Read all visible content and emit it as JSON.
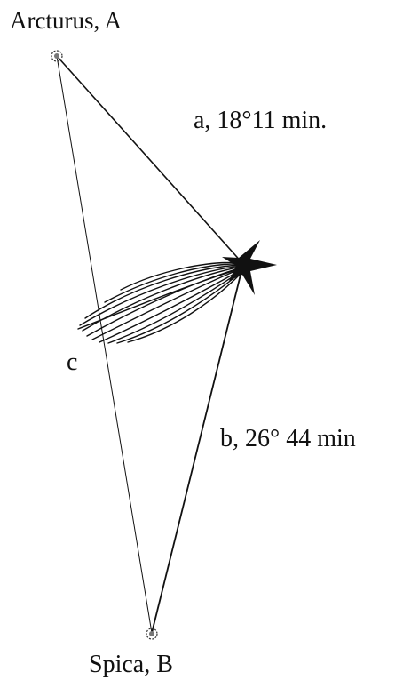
{
  "labels": {
    "star_a": "Arcturus, A",
    "side_a": "a, 18°11 min.",
    "comet_c": "c",
    "side_b": "b, 26° 44 min",
    "star_b": "Spica, B"
  },
  "icons": {
    "star_a": "star-icon",
    "star_b": "star-icon",
    "comet": "comet-icon"
  },
  "colors": {
    "ink": "#111111",
    "background": "#ffffff"
  }
}
